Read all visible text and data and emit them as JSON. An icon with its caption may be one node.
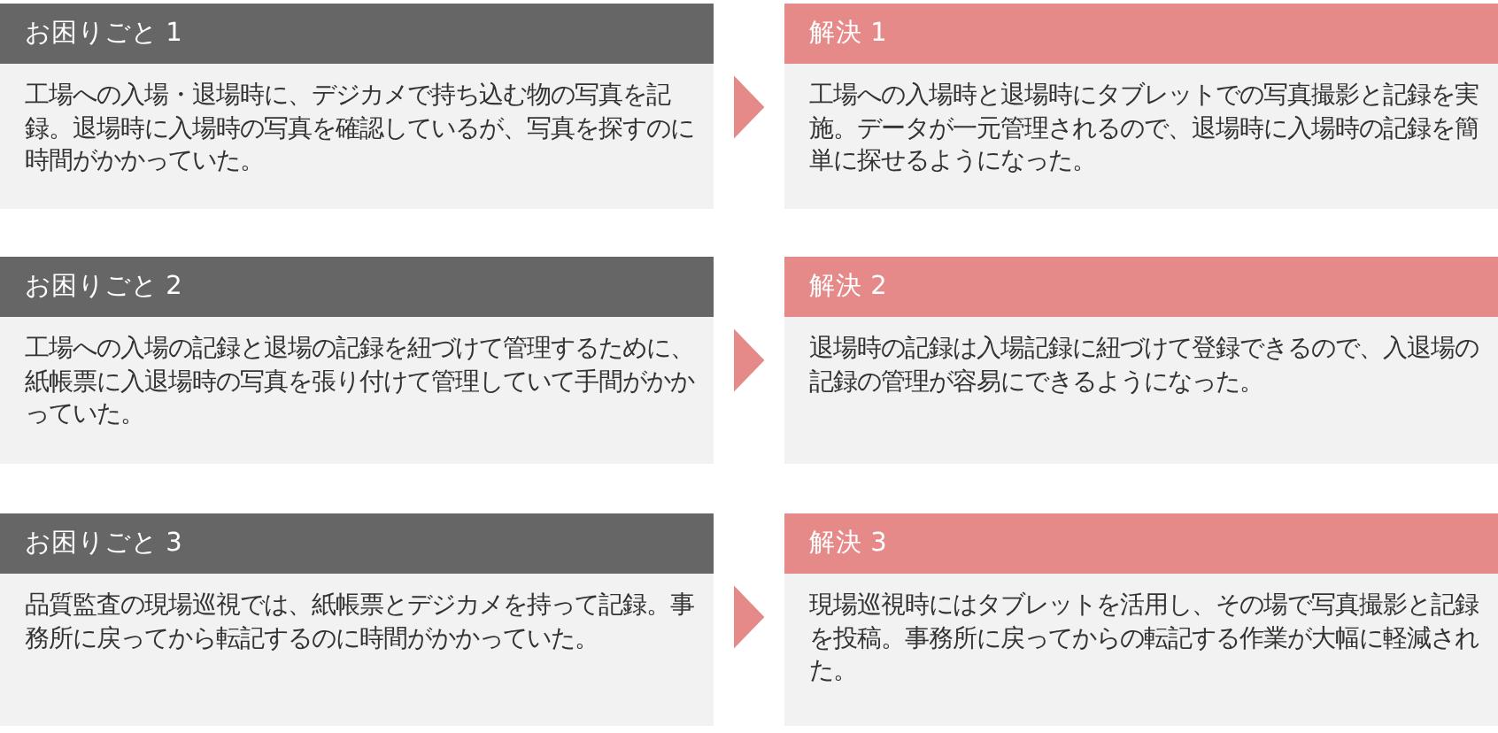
{
  "diagram": {
    "nodes": [
      {
        "text": [
          "お困りごと 1",
          "工場への入場・退場時に、デジカメで持ち込む物の写真を記録。退場時に入場時の写真を確認しているが、写真を探すのに時間がかかっていた。"
        ]
      },
      {
        "text": [
          "解決 1",
          "工場への入場時と退場時にタブレットでの写真撮影と記録を実施。データが一元管理されるので、退場時に入場時の記録を簡単に探せるようになった。"
        ]
      },
      {
        "text": [
          "お困りごと 2",
          "工場への入場の記録と退場の記録を紐づけて管理するために、紙帳票に入退場時の写真を張り付けて管理していて手間がかかっていた。"
        ]
      },
      {
        "text": [
          "解決 2",
          "退場時の記録は入場記録に紐づけて登録できるので、入退場の記録の管理が容易にできるようになった。"
        ]
      },
      {
        "text": [
          "お困りごと 3",
          "品質監査の現場巡視では、紙帳票とデジカメを持って記録。事務所に戻ってから転記するのに時間がかかっていた。"
        ]
      },
      {
        "text": [
          "解決 3",
          "現場巡視時にはタブレットを活用し、その場で写真撮影と記録を投稿。事務所に戻ってからの転記する作業が大幅に軽減された。"
        ]
      }
    ],
    "edges": [
      {
        "from": 0,
        "to": 1,
        "arrow": "to"
      },
      {
        "from": 2,
        "to": 3,
        "arrow": "to"
      },
      {
        "from": 4,
        "to": 5,
        "arrow": "to"
      }
    ]
  }
}
